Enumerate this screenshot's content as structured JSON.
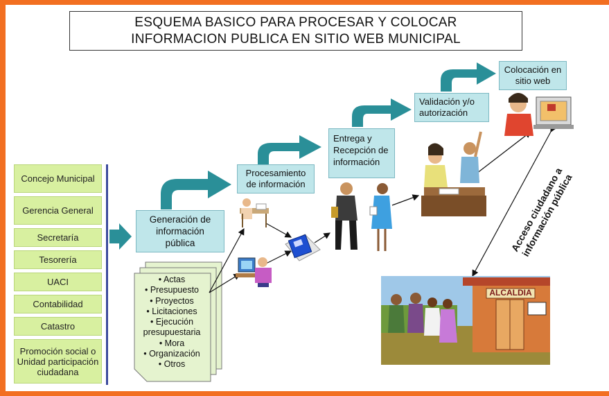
{
  "title": {
    "line1": "ESQUEMA BASICO PARA PROCESAR Y COLOCAR",
    "line2": "INFORMACION PUBLICA EN SITIO WEB MUNICIPAL"
  },
  "departments": [
    "Concejo Municipal",
    "Gerencia General",
    "Secretaría",
    "Tesorería",
    "UACI",
    "Contabilidad",
    "Catastro",
    "Promoción social o Unidad participación ciudadana"
  ],
  "steps": {
    "generacion": "Generación de información pública",
    "procesamiento": "Procesamiento de información",
    "entrega": "Entrega y Recepción de información",
    "validacion": "Validación y/o autorización",
    "colocacion": "Colocación en sitio web"
  },
  "documents": [
    "• Actas",
    "• Presupuesto",
    "• Proyectos",
    "• Licitaciones",
    "• Ejecución presupuestaria",
    "• Mora",
    "• Organización",
    "• Otros"
  ],
  "acceso_label": {
    "line1": "Acceso ciudadano a",
    "line2": "información pública"
  },
  "alcaldia_sign": "ALCALDIA",
  "colors": {
    "frame": "#f26f21",
    "department_fill": "#d8f0a0",
    "step_fill": "#bfe6ea",
    "step_arrow": "#2a8f98",
    "document_fill": "#e5f3cf"
  }
}
